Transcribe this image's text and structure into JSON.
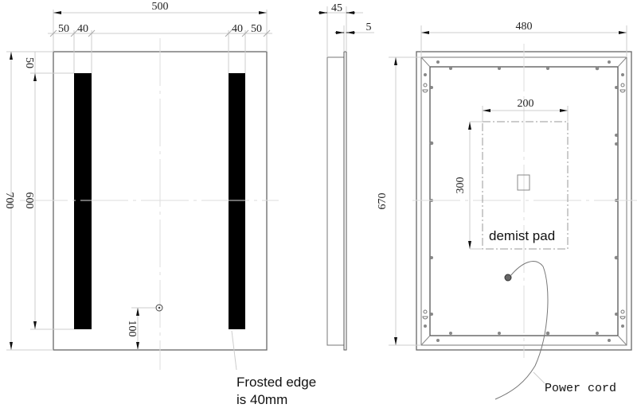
{
  "front_view": {
    "width_label": "500",
    "left_margin_label": "50",
    "left_strip_label": "40",
    "right_strip_label": "40",
    "right_margin_label": "50",
    "height_label": "700",
    "top_margin_label": "50",
    "strip_height_label": "600",
    "switch_offset_label": "100",
    "note_line1": "Frosted edge",
    "note_line2": "is 40mm"
  },
  "side_view": {
    "depth_label": "45",
    "glass_label": "5"
  },
  "back_view": {
    "width_label": "480",
    "height_label": "670",
    "pad_width_label": "200",
    "pad_height_label": "300",
    "pad_label": "demist pad",
    "cord_label": "Power cord"
  },
  "colors": {
    "outline": "#555555",
    "dim_line": "#cccccc",
    "led_strip": "#000000",
    "screw": "#777777"
  }
}
